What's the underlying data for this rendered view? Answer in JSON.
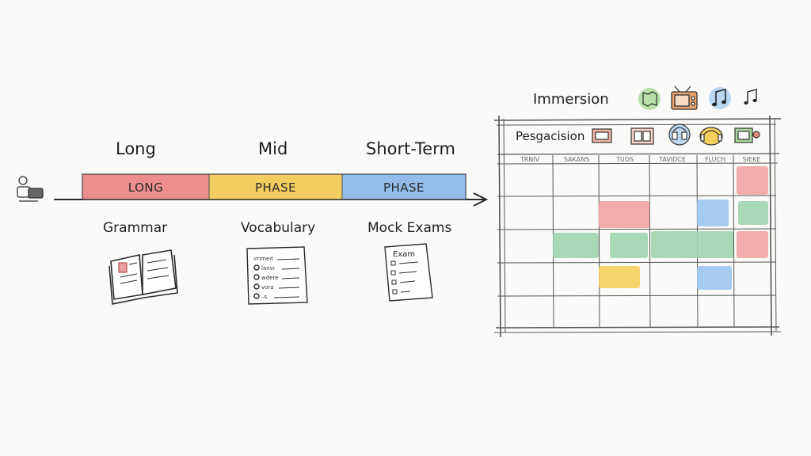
{
  "phases": [
    {
      "heading": "Long",
      "bar_label": "LONG",
      "focus": "Grammar",
      "color": "#e87a7a"
    },
    {
      "heading": "Mid",
      "bar_label": "PHASE",
      "focus": "Vocabulary",
      "color": "#f2c447"
    },
    {
      "heading": "Short-Term",
      "bar_label": "PHASE",
      "focus": "Mock Exams",
      "color": "#7fb0e6"
    }
  ],
  "vocab_sheet": {
    "lines": [
      "ırnmeıt",
      "lanvı",
      "wdere",
      "vora",
      "–s"
    ]
  },
  "exam_sheet": {
    "title": "Exam"
  },
  "immersion": {
    "title": "Immersion",
    "icons": [
      "map-icon",
      "tv-icon",
      "music-note-icon",
      "music-notes-icon"
    ]
  },
  "schedule": {
    "title": "Pesgacision",
    "resource_icons": [
      "monitor-icon",
      "tablet-icon",
      "headphones-icon",
      "headset-icon",
      "screen-icon"
    ],
    "days": [
      "TRNIV",
      "SAKANS",
      "TUDS",
      "TAVIDCE",
      "FLUCH",
      "SIEKE"
    ],
    "colors": {
      "red": "#f2a3a3",
      "green": "#9fd4ad",
      "blue": "#9cc4ee",
      "yellow": "#f6cf5c"
    }
  }
}
